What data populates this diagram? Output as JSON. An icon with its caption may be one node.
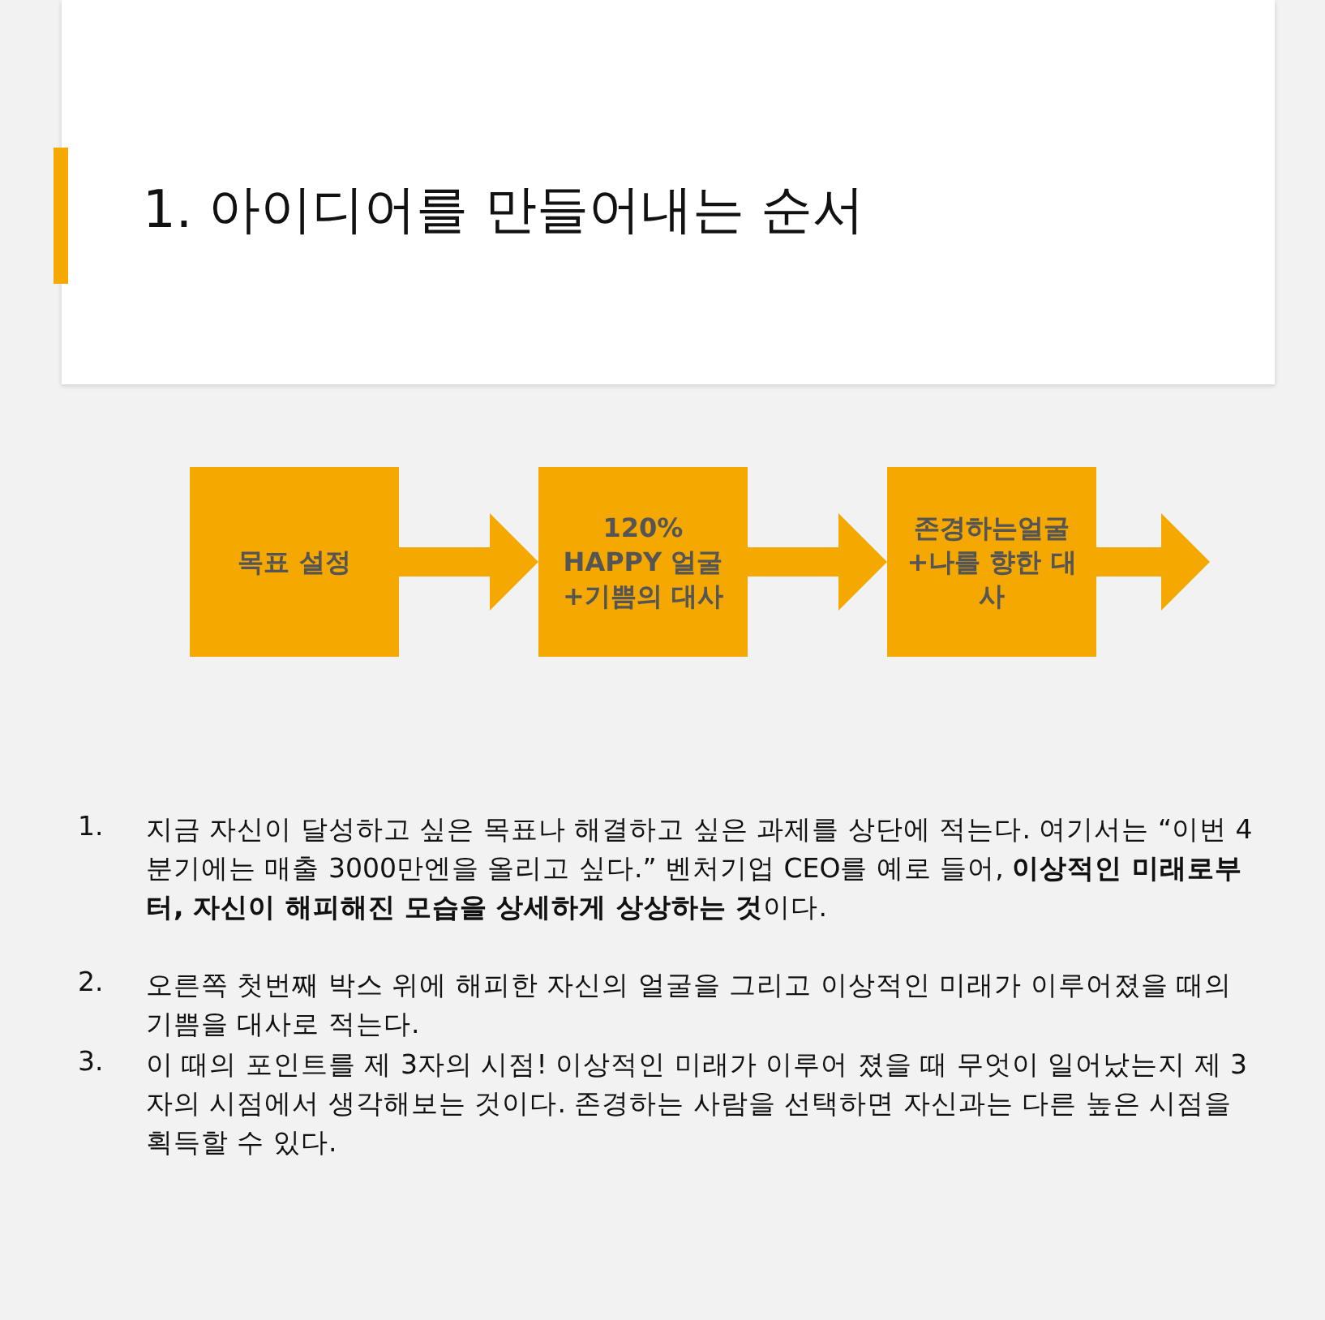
{
  "diagram": {
    "title": "1. 아이디어를 만들어내는 순서",
    "nodes": [
      {
        "text": [
          "목표 설정"
        ]
      },
      {
        "text": [
          "120% HAPPY 얼굴+기쁨의 대사"
        ]
      },
      {
        "text": [
          "존경하는얼굴+나를 향한 대사"
        ]
      }
    ],
    "edges": [
      {
        "from": 0,
        "to": 1,
        "arrow": "to"
      },
      {
        "from": 1,
        "to": 2,
        "arrow": "to"
      },
      {
        "from": 2,
        "to": null,
        "arrow": "to"
      }
    ],
    "labels": [
      "1.",
      "지금 자신이 달성하고 싶은 목표나 해결하고 싶은 과제를 상단에 적는다. 여기서는 “이번 4분기에는 매출 3000만엔을 올리고 싶다.” 벤처기업 CEO를 예로 들어, **이상적인 미래로부터, 자신이 해피해진 모습을 상세하게 상상하는 것**이다.",
      "2.",
      "오른쪽 첫번째 박스 위에 해피한 자신의 얼굴을 그리고 이상적인 미래가 이루어졌을 때의 기쁨을 대사로 적는다.",
      "3.",
      "이 때의 포인트를 제 3자의 시점! 이상적인 미래가 이루어 졌을 때 무엇이 일어났는지 제 3자의 시점에서 생각해보는 것이다. 존경하는 사람을 선택하면 자신과는 다른 높은 시점을 획득할 수 있다."
    ]
  }
}
